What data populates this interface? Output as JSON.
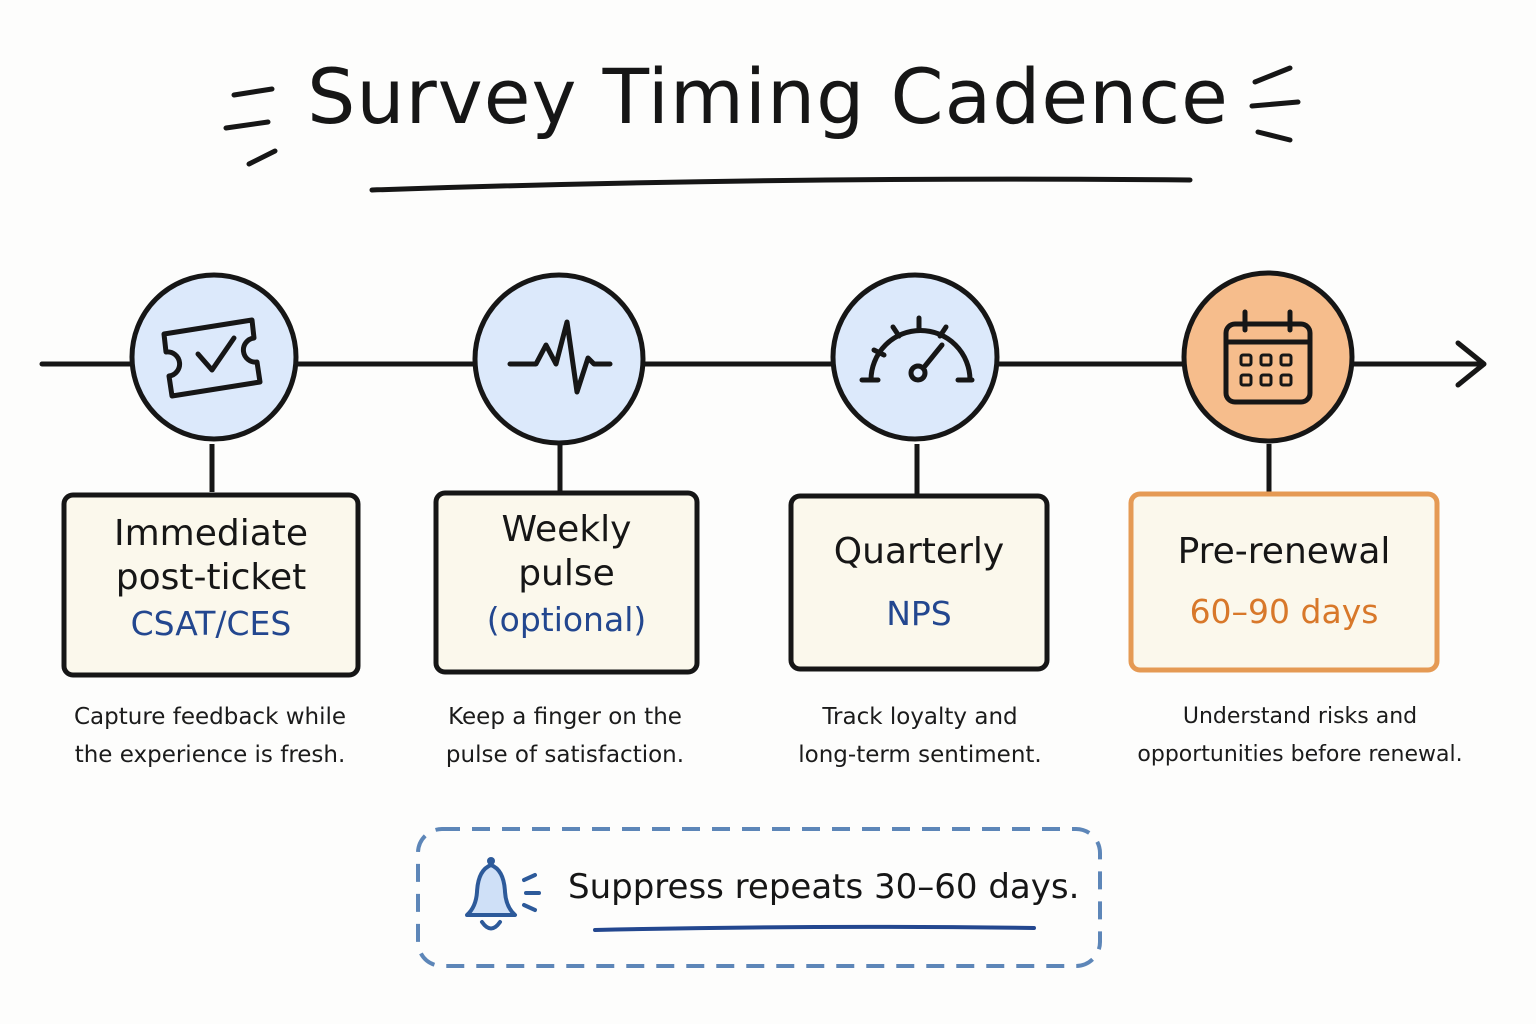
{
  "title": "Survey Timing Cadence",
  "colors": {
    "ink": "#161616",
    "blue_fill": "#dce9fb",
    "blue_text": "#23478f",
    "orange_fill": "#f6bd8c",
    "orange_text": "#d8782a",
    "orange_stroke": "#e59a54",
    "card_fill": "#fbf8ec",
    "note_stroke": "#5d86b8"
  },
  "steps": [
    {
      "icon": "ticket-check-icon",
      "title_lines": [
        "Immediate",
        "post-ticket"
      ],
      "subtitle": "CSAT/CES",
      "description_lines": [
        "Capture feedback while",
        "the experience is fresh."
      ]
    },
    {
      "icon": "pulse-icon",
      "title_lines": [
        "Weekly",
        "pulse"
      ],
      "subtitle": "(optional)",
      "description_lines": [
        "Keep a finger on the",
        "pulse of satisfaction."
      ]
    },
    {
      "icon": "gauge-icon",
      "title_lines": [
        "Quarterly"
      ],
      "subtitle": "NPS",
      "description_lines": [
        "Track loyalty and",
        "long-term sentiment."
      ]
    },
    {
      "icon": "calendar-icon",
      "title_lines": [
        "Pre-renewal"
      ],
      "subtitle": "60–90 days",
      "description_lines": [
        "Understand risks and",
        "opportunities before renewal."
      ]
    }
  ],
  "note": {
    "icon": "bell-icon",
    "text": "Suppress repeats 30–60 days."
  }
}
